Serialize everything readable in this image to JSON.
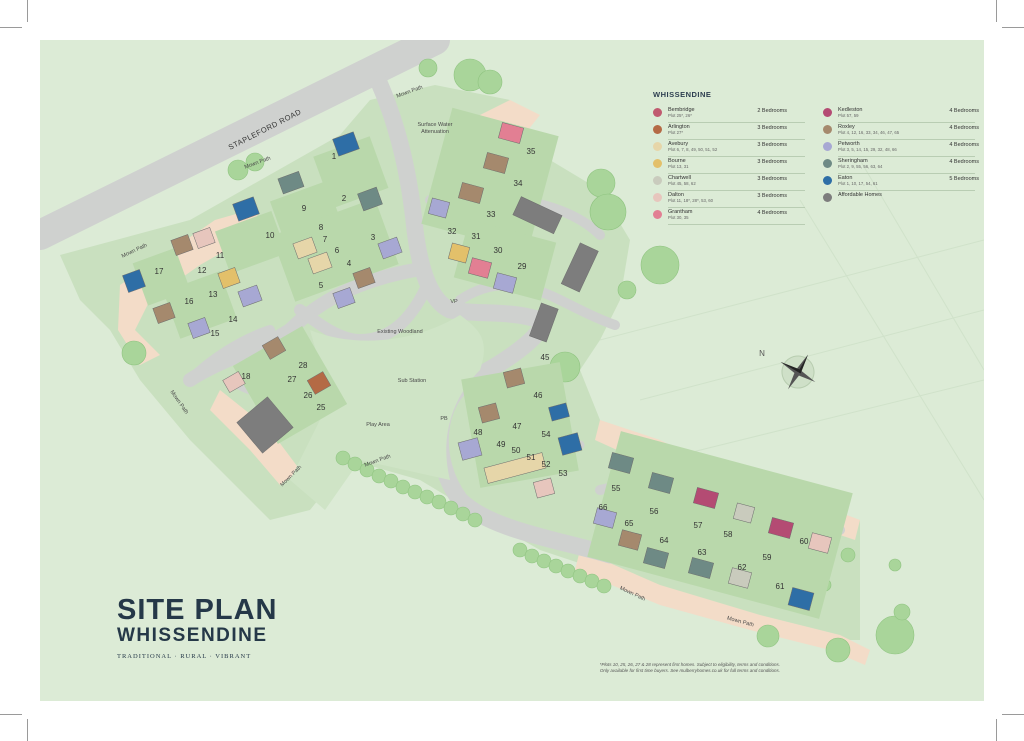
{
  "title": {
    "main": "SITE PLAN",
    "sub": "WHISSENDINE",
    "tagline": "TRADITIONAL  ·  RURAL  ·  VIBRANT"
  },
  "legend": {
    "heading": "WHISSENDINE",
    "items_left": [
      {
        "name": "Bembridge",
        "plots": "Plot 25*, 26*",
        "beds": "2 Bedrooms",
        "color": "#c05a6f"
      },
      {
        "name": "Arlington",
        "plots": "Plot 27*",
        "beds": "3 Bedrooms",
        "color": "#b46a45"
      },
      {
        "name": "Avebury",
        "plots": "Plot 6, 7, 8, 49, 50, 51, 52",
        "beds": "3 Bedrooms",
        "color": "#e6d6a9"
      },
      {
        "name": "Bourne",
        "plots": "Plot 13, 31",
        "beds": "3 Bedrooms",
        "color": "#e3c06a"
      },
      {
        "name": "Chartwell",
        "plots": "Plot 45, 58, 62",
        "beds": "3 Bedrooms",
        "color": "#c9cbbd"
      },
      {
        "name": "Dalton",
        "plots": "Plot 11, 18*, 28*, 53, 60",
        "beds": "3 Bedrooms",
        "color": "#e7c6bd"
      },
      {
        "name": "Grantham",
        "plots": "Plot 30, 35",
        "beds": "4 Bedrooms",
        "color": "#e27f93"
      }
    ],
    "items_right": [
      {
        "name": "Kedleston",
        "plots": "Plot 57, 59",
        "beds": "4 Bedrooms",
        "color": "#b44b73"
      },
      {
        "name": "Roxley",
        "plots": "Plot 4, 12, 16, 33, 34, 46, 47, 65",
        "beds": "4 Bedrooms",
        "color": "#a5896d"
      },
      {
        "name": "Petworth",
        "plots": "Plot 3, 5, 14, 15, 29, 32, 48, 66",
        "beds": "4 Bedrooms",
        "color": "#a7a8d3"
      },
      {
        "name": "Sheringham",
        "plots": "Plot 2, 9, 55, 56, 63, 64",
        "beds": "4 Bedrooms",
        "color": "#6e8a85"
      },
      {
        "name": "Eaton",
        "plots": "Plot 1, 10, 17, 54, 61",
        "beds": "5 Bedrooms",
        "color": "#2e6ea6"
      },
      {
        "name": "Affordable Homes",
        "plots": "",
        "beds": "",
        "color": "#7d7d7d"
      }
    ]
  },
  "footnote": {
    "line1": "*Plots 10, 25, 26, 27 & 28 represent first homes. Subject to eligibility, terms and conditions.",
    "line2": "Only available for first time buyers. See mulberryhomes.co.uk for full terms and conditions."
  },
  "map_labels": {
    "road": "STAPLEFORD ROAD",
    "surface_water": "Surface Water",
    "attenuation": "Attenuation",
    "existing_woodland": "Existing Woodland",
    "sub_station": "Sub Station",
    "play_area": "Play Area",
    "mown_path": "Mown Path",
    "vp": "VP",
    "pb": "PB",
    "compass_n": "N"
  },
  "plots": [
    {
      "n": "1",
      "color": "#2e6ea6"
    },
    {
      "n": "2",
      "color": "#6e8a85"
    },
    {
      "n": "3",
      "color": "#a7a8d3"
    },
    {
      "n": "4",
      "color": "#a5896d"
    },
    {
      "n": "5",
      "color": "#a7a8d3"
    },
    {
      "n": "6",
      "color": "#e6d6a9"
    },
    {
      "n": "7",
      "color": "#e6d6a9"
    },
    {
      "n": "8",
      "color": "#e6d6a9"
    },
    {
      "n": "9",
      "color": "#6e8a85"
    },
    {
      "n": "10",
      "color": "#2e6ea6"
    },
    {
      "n": "11",
      "color": "#e7c6bd"
    },
    {
      "n": "12",
      "color": "#a5896d"
    },
    {
      "n": "13",
      "color": "#e3c06a"
    },
    {
      "n": "14",
      "color": "#a7a8d3"
    },
    {
      "n": "15",
      "color": "#a7a8d3"
    },
    {
      "n": "16",
      "color": "#a5896d"
    },
    {
      "n": "17",
      "color": "#2e6ea6"
    },
    {
      "n": "18",
      "color": "#e7c6bd"
    },
    {
      "n": "25",
      "color": "#c05a6f"
    },
    {
      "n": "26",
      "color": "#c05a6f"
    },
    {
      "n": "27",
      "color": "#b46a45"
    },
    {
      "n": "28",
      "color": "#e7c6bd"
    },
    {
      "n": "29",
      "color": "#a7a8d3"
    },
    {
      "n": "30",
      "color": "#e27f93"
    },
    {
      "n": "31",
      "color": "#e3c06a"
    },
    {
      "n": "32",
      "color": "#a7a8d3"
    },
    {
      "n": "33",
      "color": "#a5896d"
    },
    {
      "n": "34",
      "color": "#a5896d"
    },
    {
      "n": "35",
      "color": "#e27f93"
    },
    {
      "n": "45",
      "color": "#c9cbbd"
    },
    {
      "n": "46",
      "color": "#a5896d"
    },
    {
      "n": "47",
      "color": "#a5896d"
    },
    {
      "n": "48",
      "color": "#a7a8d3"
    },
    {
      "n": "49",
      "color": "#e6d6a9"
    },
    {
      "n": "50",
      "color": "#e6d6a9"
    },
    {
      "n": "51",
      "color": "#e6d6a9"
    },
    {
      "n": "52",
      "color": "#e6d6a9"
    },
    {
      "n": "53",
      "color": "#e7c6bd"
    },
    {
      "n": "54",
      "color": "#2e6ea6"
    },
    {
      "n": "55",
      "color": "#6e8a85"
    },
    {
      "n": "56",
      "color": "#6e8a85"
    },
    {
      "n": "57",
      "color": "#b44b73"
    },
    {
      "n": "58",
      "color": "#c9cbbd"
    },
    {
      "n": "59",
      "color": "#b44b73"
    },
    {
      "n": "60",
      "color": "#e7c6bd"
    },
    {
      "n": "61",
      "color": "#2e6ea6"
    },
    {
      "n": "62",
      "color": "#c9cbbd"
    },
    {
      "n": "63",
      "color": "#6e8a85"
    },
    {
      "n": "64",
      "color": "#6e8a85"
    },
    {
      "n": "65",
      "color": "#a5896d"
    },
    {
      "n": "66",
      "color": "#a7a8d3"
    }
  ]
}
